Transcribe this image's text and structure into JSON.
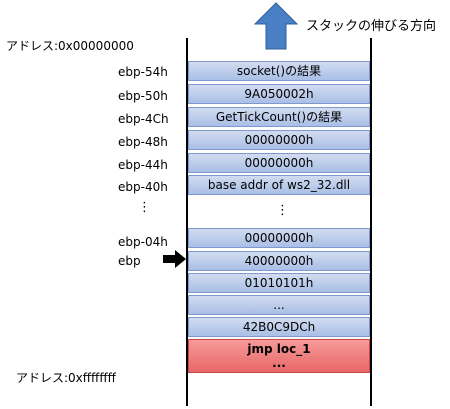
{
  "direction_label": "スタックの伸びる方向",
  "address_top": "アドレス:0x00000000",
  "address_bottom": "アドレス:0xffffffff",
  "upper_rows": [
    {
      "offset": "ebp-54h",
      "value": "socket()の結果"
    },
    {
      "offset": "ebp-50h",
      "value": "9A050002h"
    },
    {
      "offset": "ebp-4Ch",
      "value": "GetTickCount()の結果"
    },
    {
      "offset": "ebp-48h",
      "value": "00000000h"
    },
    {
      "offset": "ebp-44h",
      "value": "00000000h"
    },
    {
      "offset": "ebp-40h",
      "value": "base addr of ws2_32.dll"
    }
  ],
  "left_ellipsis": "⋮",
  "mid_ellipsis": "⋮",
  "lower_rows": [
    {
      "offset": "ebp-04h",
      "value": "00000000h"
    },
    {
      "offset": "ebp",
      "value": "40000000h"
    },
    {
      "offset": "",
      "value": "01010101h"
    },
    {
      "offset": "",
      "value": "..."
    },
    {
      "offset": "",
      "value": "42B0C9DCh"
    }
  ],
  "red_row": {
    "line1": "jmp loc_1",
    "line2": "..."
  },
  "colors": {
    "cell": "#b8c9ea",
    "cell_border": "#7f99cf",
    "red_cell": "#ef7a7a",
    "arrow": "#4a7fc6"
  }
}
